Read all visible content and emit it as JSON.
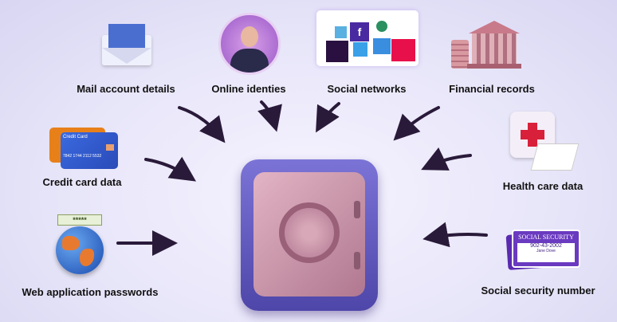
{
  "labels": {
    "mail": "Mail account details",
    "identities": "Online identies",
    "social": "Social networks",
    "financial": "Financial records",
    "credit": "Credit card data",
    "health": "Health care data",
    "web": "Web application passwords",
    "ssn": "Social security number"
  },
  "credit_card": {
    "title": "Credit Card",
    "number": "7842 1744 2112 5532"
  },
  "ssn_card": {
    "title": "SOCIAL SECURITY",
    "number": "902-43-2002",
    "name": "Jane Dove"
  },
  "password_mask": "*****",
  "colors": {
    "accent": "#5a3fb0",
    "safe": "#6c64c8",
    "safe_door": "#c894a8"
  }
}
